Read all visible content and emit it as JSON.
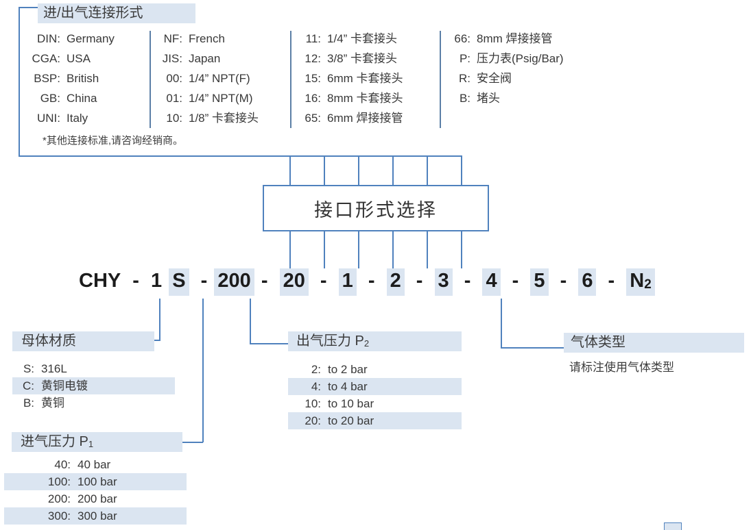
{
  "colors": {
    "accent_line": "#4f81bd",
    "highlight": "#dbe5f1",
    "text": "#3a3a3a",
    "code_text": "#1c1c1c"
  },
  "connection": {
    "title": "进/出气连接形式",
    "footnote": "*其他连接标准,请咨询经销商。",
    "columns": {
      "c1": [
        {
          "key": "DIN:",
          "value": "Germany"
        },
        {
          "key": "CGA:",
          "value": "USA"
        },
        {
          "key": "BSP:",
          "value": "British"
        },
        {
          "key": "GB:",
          "value": "China"
        },
        {
          "key": "UNI:",
          "value": "Italy"
        }
      ],
      "c2": [
        {
          "key": "NF:",
          "value": "French"
        },
        {
          "key": "JIS:",
          "value": "Japan"
        },
        {
          "key": "00:",
          "value": "1/4” NPT(F)"
        },
        {
          "key": "01:",
          "value": "1/4” NPT(M)"
        },
        {
          "key": "10:",
          "value": "1/8” 卡套接头"
        }
      ],
      "c3": [
        {
          "key": "11:",
          "value": "1/4” 卡套接头"
        },
        {
          "key": "12:",
          "value": "3/8” 卡套接头"
        },
        {
          "key": "15:",
          "value": "6mm 卡套接头"
        },
        {
          "key": "16:",
          "value": "8mm 卡套接头"
        },
        {
          "key": "65:",
          "value": "6mm 焊接接管"
        }
      ],
      "c4": [
        {
          "key": "66:",
          "value": "8mm 焊接接管"
        },
        {
          "key": "P:",
          "value": "压力表(Psig/Bar)"
        },
        {
          "key": "R:",
          "value": "安全阀"
        },
        {
          "key": "B:",
          "value": "堵头"
        }
      ]
    }
  },
  "selector_box": {
    "label": "接口形式选择"
  },
  "model_code": {
    "parts": [
      {
        "text": "CHY"
      },
      {
        "text": "-"
      },
      {
        "text": "1",
        "tight": true
      },
      {
        "text": "S",
        "highlight": true
      },
      {
        "text": "-",
        "tight": true
      },
      {
        "text": "200",
        "highlight": true,
        "tight": true
      },
      {
        "text": "-"
      },
      {
        "text": "20",
        "highlight": true
      },
      {
        "text": "-"
      },
      {
        "text": "1",
        "highlight": true
      },
      {
        "text": "-"
      },
      {
        "text": "2",
        "highlight": true
      },
      {
        "text": "-"
      },
      {
        "text": "3",
        "highlight": true
      },
      {
        "text": "-"
      },
      {
        "text": "4",
        "highlight": true
      },
      {
        "text": "-"
      },
      {
        "text": "5",
        "highlight": true
      },
      {
        "text": "-"
      },
      {
        "text": "6",
        "highlight": true
      },
      {
        "text": "-"
      },
      {
        "text": "N",
        "sub": "2",
        "highlight": true
      }
    ]
  },
  "material": {
    "title": "母体材质",
    "rows": [
      {
        "key": "S:",
        "value": "316L"
      },
      {
        "key": "C:",
        "value": "黄铜电镀",
        "highlight": true
      },
      {
        "key": "B:",
        "value": "黄铜"
      }
    ]
  },
  "outlet_pressure": {
    "title": "出气压力 P",
    "title_sub": "2",
    "rows": [
      {
        "key": "2:",
        "value": "to 2 bar"
      },
      {
        "key": "4:",
        "value": "to 4 bar",
        "highlight": true
      },
      {
        "key": "10:",
        "value": "to 10 bar"
      },
      {
        "key": "20:",
        "value": "to 20 bar",
        "highlight": true
      }
    ]
  },
  "inlet_pressure": {
    "title": "进气压力 P",
    "title_sub": "1",
    "rows": [
      {
        "key": "40:",
        "value": "40 bar"
      },
      {
        "key": "100:",
        "value": "100 bar",
        "highlight": true
      },
      {
        "key": "200:",
        "value": "200 bar"
      },
      {
        "key": "300:",
        "value": "300 bar",
        "highlight": true
      }
    ]
  },
  "gas_type": {
    "title": "气体类型",
    "note": "请标注使用气体类型"
  }
}
